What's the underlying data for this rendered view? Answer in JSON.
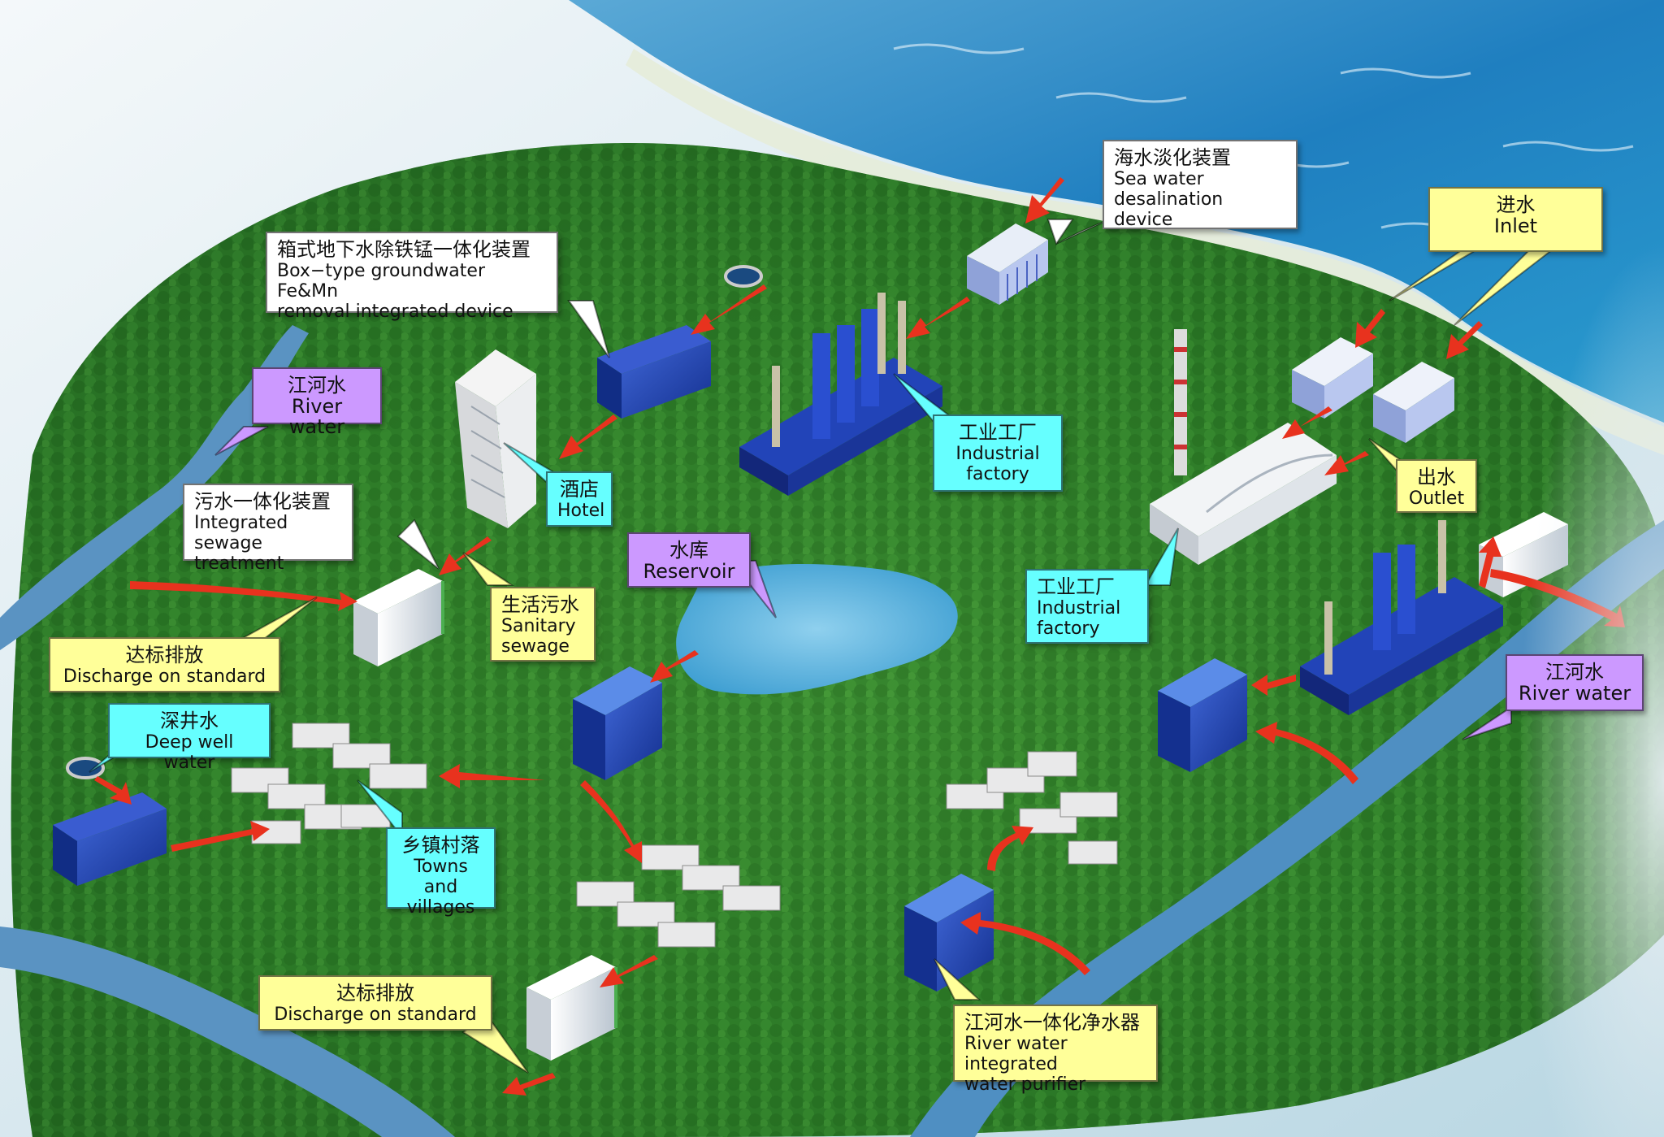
{
  "colors": {
    "callout_white": "#ffffff",
    "callout_yellow": "#ffff99",
    "callout_cyan": "#66ffff",
    "callout_purple": "#cc99ff",
    "arrow": "#e8321e",
    "equipment": "#1e3fae",
    "river": "#4a86b8",
    "forest": "#2f7a2a",
    "sea": "#2e87c4"
  },
  "callouts": {
    "seawater": {
      "zh": "海水淡化装置",
      "en1": "Sea water",
      "en2": "desalination device"
    },
    "inlet": {
      "zh": "进水",
      "en1": "Inlet"
    },
    "outlet": {
      "zh": "出水",
      "en1": "Outlet"
    },
    "boxtype": {
      "zh": "箱式地下水除铁锰一体化装置",
      "en1": "Box−type groundwater Fe&Mn",
      "en2": "removal integrated device"
    },
    "river_left": {
      "zh": "江河水",
      "en1": "River water"
    },
    "hotel": {
      "zh": "酒店",
      "en1": "Hotel"
    },
    "industrial_top": {
      "zh": "工业工厂",
      "en1": "Industrial",
      "en2": "factory"
    },
    "sewage": {
      "zh": "污水一体化装置",
      "en1": "Integrated sewage",
      "en2": "treatment"
    },
    "reservoir": {
      "zh": "水库",
      "en1": "Reservoir"
    },
    "industrial_right": {
      "zh": "工业工厂",
      "en1": "Industrial",
      "en2": "factory"
    },
    "sanitary": {
      "zh": "生活污水",
      "en1": "Sanitary",
      "en2": "sewage"
    },
    "discharge_top": {
      "zh": "达标排放",
      "en1": "Discharge on standard"
    },
    "river_right": {
      "zh": "江河水",
      "en1": "River water"
    },
    "deepwell": {
      "zh": "深井水",
      "en1": "Deep well water"
    },
    "towns": {
      "zh": "乡镇村落",
      "en1": "Towns and",
      "en2": "villages"
    },
    "discharge_bottom": {
      "zh": "达标排放",
      "en1": "Discharge on standard"
    },
    "purifier": {
      "zh": "江河水一体化净水器",
      "en1": "River water integrated",
      "en2": "water purifier"
    }
  }
}
